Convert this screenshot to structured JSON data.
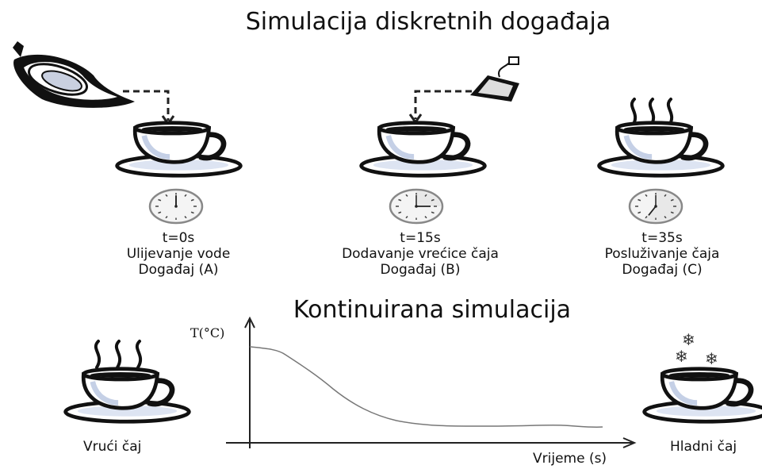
{
  "title_discrete": "Simulacija diskretnih događaja",
  "title_continuous": "Kontinuirana simulacija",
  "events": [
    {
      "time": "t=0s",
      "description": "Ulijevanje vode",
      "event": "Događaj (A)",
      "clock_minutes": 0
    },
    {
      "time": "t=15s",
      "description": "Dodavanje vrećice čaja",
      "event": "Događaj (B)",
      "clock_minutes": 15
    },
    {
      "time": "t=35s",
      "description": "Posluživanje čaja",
      "event": "Događaj (C)",
      "clock_minutes": 35
    }
  ],
  "graph": {
    "ylabel": "T(°C)",
    "xlabel": "Vrijeme (s)",
    "left_label": "Vrući čaj",
    "right_label": "Hladni čaj"
  },
  "icons": [
    "kettle-icon",
    "tea-bag-icon",
    "teacup-icon",
    "steam-icon",
    "clock-icon",
    "snowflake-icon"
  ]
}
